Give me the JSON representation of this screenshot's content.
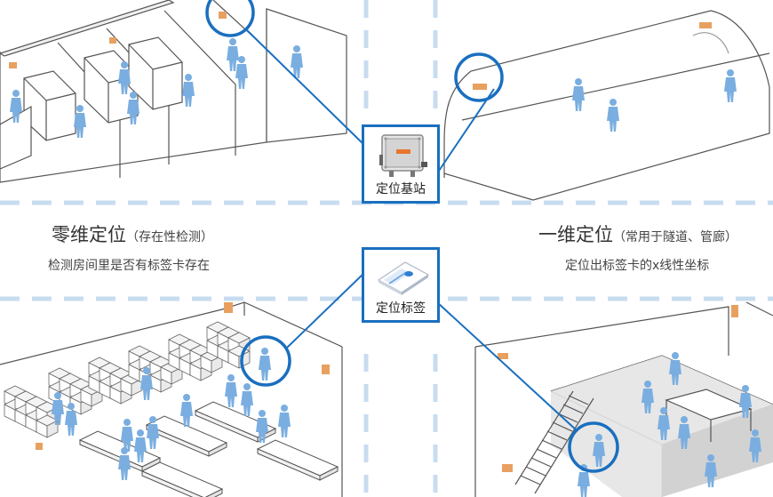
{
  "colors": {
    "accent": "#1a6fbf",
    "divider": "#c8dcf0",
    "person": "#7aaee0",
    "tag": "#e8a060",
    "line": "#555555"
  },
  "quadrants": {
    "zero_dim": {
      "title": "零维定位",
      "subtitle": "（存在性检测）",
      "description": "检测房间里是否有标签卡存在"
    },
    "one_dim": {
      "title": "一维定位",
      "subtitle": "（常用于隧道、管廊）",
      "description": "定位出标签卡的x线性坐标"
    }
  },
  "devices": {
    "base_station": {
      "label": "定位基站",
      "icon": "base-station-icon"
    },
    "tag_card": {
      "label": "定位标签",
      "icon": "tag-card-icon"
    }
  }
}
